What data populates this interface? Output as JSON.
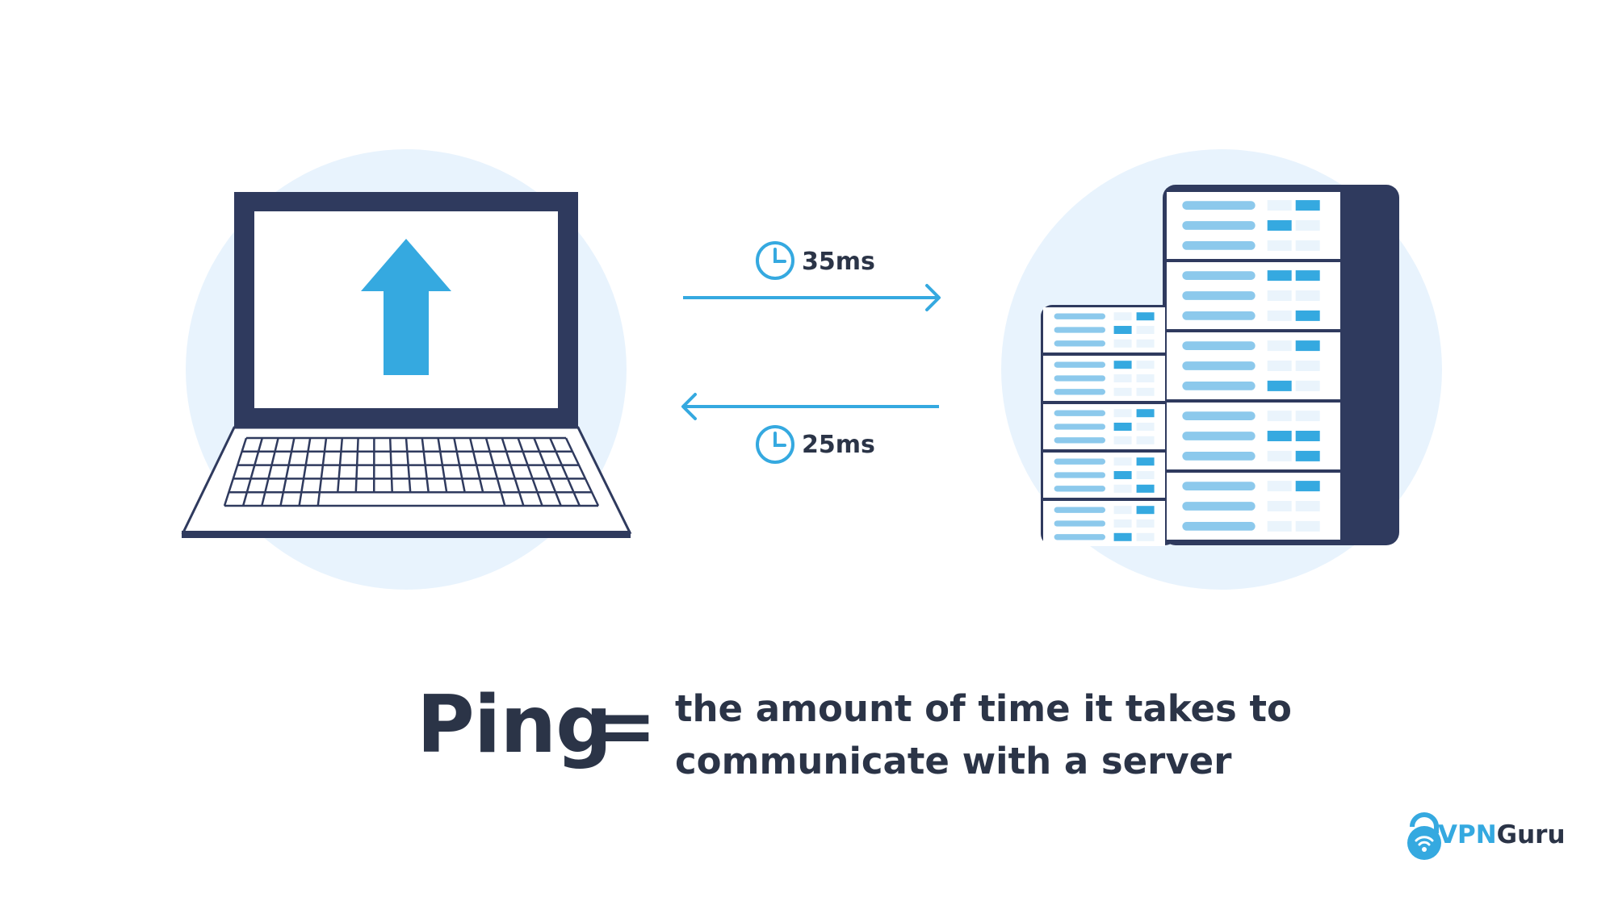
{
  "diagram": {
    "times": {
      "send": "35ms",
      "receive": "25ms"
    },
    "definition": {
      "term": "Ping",
      "equals": "=",
      "line1": "the amount of time it takes to",
      "line2": "communicate with a server"
    },
    "brand": {
      "vpn": "VPN",
      "guru": "Guru"
    }
  },
  "colors": {
    "accent": "#35a9e0",
    "navy": "#2f3a5e",
    "circle": "#e8f3fd",
    "text": "#2b3447",
    "light_bar": "#8cc9ec",
    "cell": "#eaf4fc"
  }
}
